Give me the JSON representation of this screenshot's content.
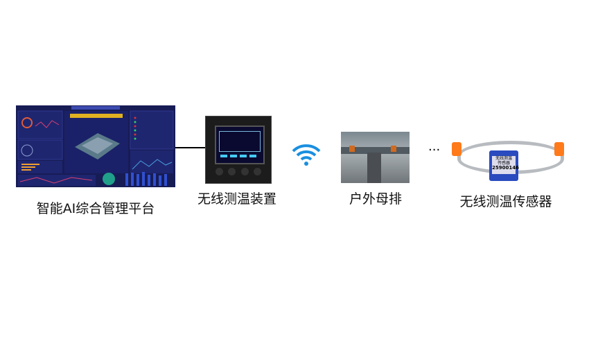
{
  "nodes": [
    {
      "id": "platform",
      "label": "智能AI综合管理平台",
      "screen_title": "智能AI综合管理平台"
    },
    {
      "id": "device",
      "label": "无线测温装置",
      "screen_title": "无线测温装置"
    },
    {
      "id": "busbar",
      "label": "户外母排"
    },
    {
      "id": "sensor",
      "label": "无线测温传感器",
      "tag_line1": "无线测温",
      "tag_line2": "传感器",
      "tag_serial": "25900146"
    }
  ],
  "ellipsis": "···",
  "colors": {
    "dashboard_bg": "#1a1f5a",
    "device_body": "#1c1c1c",
    "wifi": "#1a8fe0",
    "sensor_block": "#2a4bbf",
    "sensor_clip": "#ff7a1a"
  }
}
